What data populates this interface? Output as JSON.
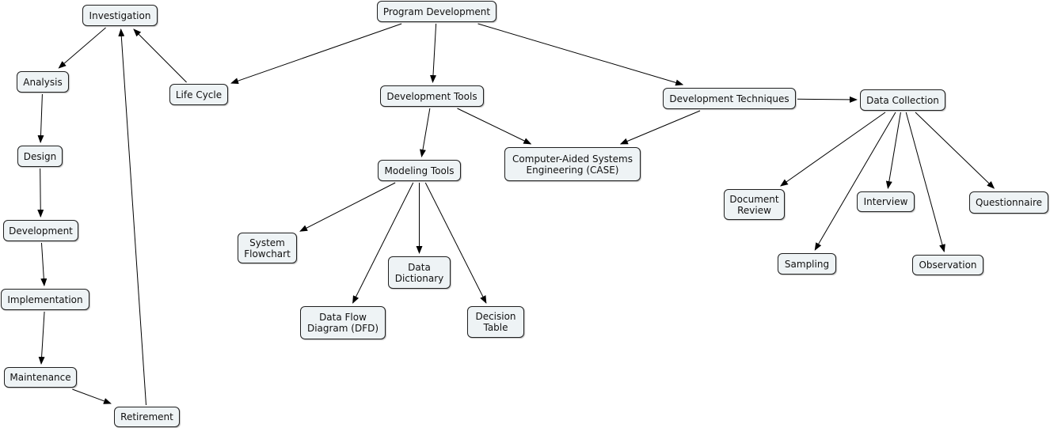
{
  "nodes": {
    "investigation": "Investigation",
    "program_development": "Program Development",
    "analysis": "Analysis",
    "life_cycle": "Life Cycle",
    "development_tools": "Development Tools",
    "development_techniques": "Development Techniques",
    "data_collection": "Data Collection",
    "design": "Design",
    "modeling_tools": "Modeling Tools",
    "case": "Computer-Aided Systems\nEngineering (CASE)",
    "document_review": "Document\nReview",
    "interview": "Interview",
    "questionnaire": "Questionnaire",
    "development": "Development",
    "system_flowchart": "System\nFlowchart",
    "data_dictionary": "Data\nDictionary",
    "sampling": "Sampling",
    "observation": "Observation",
    "implementation": "Implementation",
    "dfd": "Data Flow\nDiagram (DFD)",
    "decision_table": "Decision\nTable",
    "maintenance": "Maintenance",
    "retirement": "Retirement"
  },
  "edges": [
    [
      "program_development",
      "life_cycle"
    ],
    [
      "program_development",
      "development_tools"
    ],
    [
      "program_development",
      "development_techniques"
    ],
    [
      "life_cycle",
      "investigation"
    ],
    [
      "investigation",
      "analysis"
    ],
    [
      "analysis",
      "design"
    ],
    [
      "design",
      "development"
    ],
    [
      "development",
      "implementation"
    ],
    [
      "implementation",
      "maintenance"
    ],
    [
      "maintenance",
      "retirement"
    ],
    [
      "retirement",
      "investigation"
    ],
    [
      "development_tools",
      "modeling_tools"
    ],
    [
      "development_tools",
      "case"
    ],
    [
      "development_techniques",
      "case"
    ],
    [
      "development_techniques",
      "data_collection"
    ],
    [
      "modeling_tools",
      "system_flowchart"
    ],
    [
      "modeling_tools",
      "dfd"
    ],
    [
      "modeling_tools",
      "data_dictionary"
    ],
    [
      "modeling_tools",
      "decision_table"
    ],
    [
      "data_collection",
      "document_review"
    ],
    [
      "data_collection",
      "sampling"
    ],
    [
      "data_collection",
      "interview"
    ],
    [
      "data_collection",
      "observation"
    ],
    [
      "data_collection",
      "questionnaire"
    ]
  ]
}
